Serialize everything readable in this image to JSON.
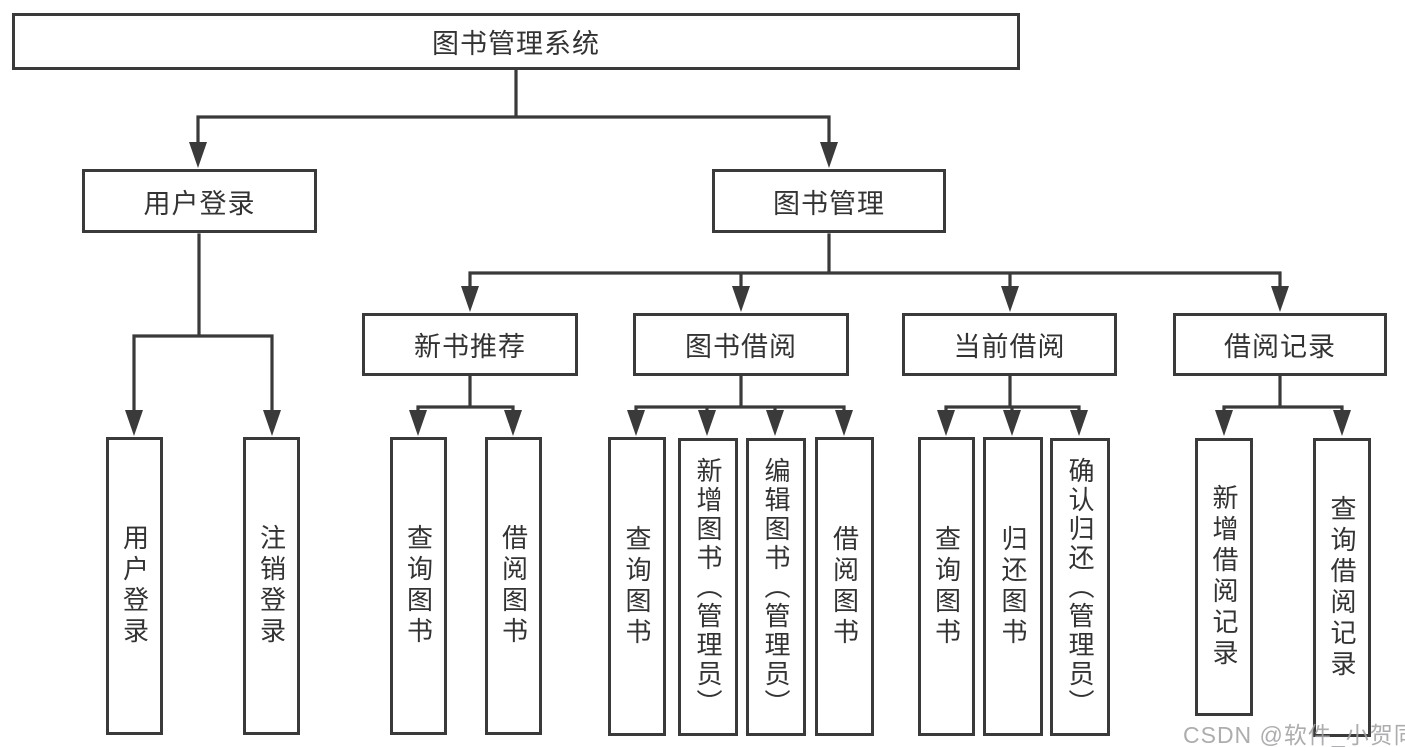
{
  "colors": {
    "line": "#3a3a3a",
    "box_border": "#3a3a3a",
    "text": "#333333",
    "background": "#ffffff",
    "watermark_text_color": "#a2a2a6"
  },
  "root": {
    "label": "图书管理系统"
  },
  "branches": [
    {
      "label": "用户登录",
      "children": [
        {
          "label": "用户登录"
        },
        {
          "label": "注销登录"
        }
      ]
    },
    {
      "label": "图书管理",
      "children": [
        {
          "label": "新书推荐",
          "children": [
            {
              "label": "查询图书"
            },
            {
              "label": "借阅图书"
            }
          ]
        },
        {
          "label": "图书借阅",
          "children": [
            {
              "label": "查询图书"
            },
            {
              "label": "新增图书（管理员）"
            },
            {
              "label": "编辑图书（管理员）"
            },
            {
              "label": "借阅图书"
            }
          ]
        },
        {
          "label": "当前借阅",
          "children": [
            {
              "label": "查询图书"
            },
            {
              "label": "归还图书"
            },
            {
              "label": "确认归还（管理员）"
            }
          ]
        },
        {
          "label": "借阅记录",
          "children": [
            {
              "label": "新增借阅记录"
            },
            {
              "label": "查询借阅记录"
            }
          ]
        }
      ]
    }
  ],
  "watermark": "CSDN @软件_小贺同学"
}
